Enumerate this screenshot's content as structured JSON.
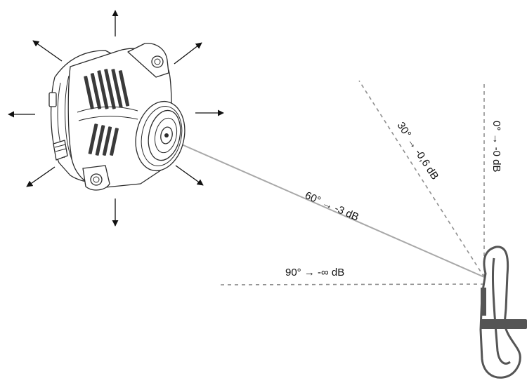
{
  "diagram": {
    "labels": {
      "angle_0": "0° → -0 dB",
      "angle_30": "30° → -0,6 dB",
      "angle_60": "60° → -3 dB",
      "angle_90": "90° → -∞ dB"
    },
    "icons": {
      "source": "alternator-icon",
      "receiver": "microphone-icon",
      "emission": "arrow-icon"
    },
    "colors": {
      "ink": "#111111",
      "dashed_ray": "#8f8f8f",
      "solid_ray": "#a8a8a8",
      "microphone": "#555555"
    }
  }
}
